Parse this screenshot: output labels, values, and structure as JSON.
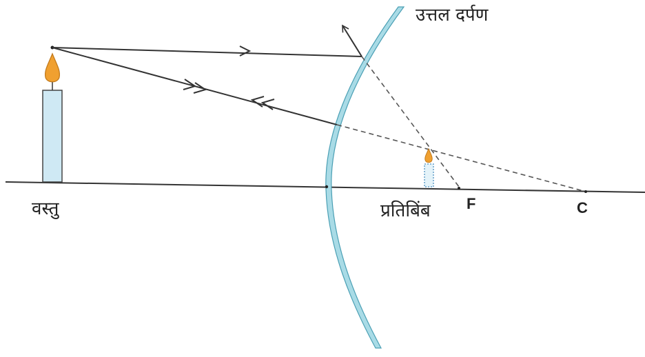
{
  "labels": {
    "mirror": "उत्तल दर्पण",
    "object": "वस्तु",
    "image": "प्रतिबिंब",
    "focus": "F",
    "center": "C"
  },
  "colors": {
    "mirror_fill": "#a9dbe6",
    "mirror_edge": "#4a9fb4",
    "candle_body": "#cfe9f4",
    "flame": "#f0a030",
    "flame_edge": "#c27a1c",
    "ray": "#333333",
    "dashed": "#555555"
  },
  "icons": {
    "object": "candle-icon",
    "image": "small-candle-icon"
  }
}
